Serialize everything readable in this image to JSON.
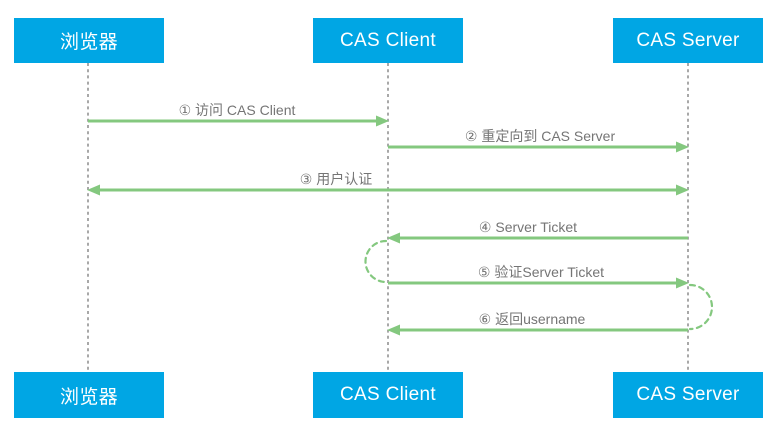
{
  "colors": {
    "actor_fill": "#00a6e4",
    "actor_text": "#ffffff",
    "arrow_green": "#84c87f",
    "lifeline_gray": "#9e9e9e",
    "label_gray": "#757575",
    "background": "#ffffff"
  },
  "actors": [
    {
      "id": "browser",
      "label": "浏览器"
    },
    {
      "id": "cas-client",
      "label": "CAS Client"
    },
    {
      "id": "cas-server",
      "label": "CAS Server"
    }
  ],
  "messages": [
    {
      "step": "①",
      "label": "① 访问 CAS Client",
      "from": "浏览器",
      "to": "CAS Client",
      "arrow": "right"
    },
    {
      "step": "②",
      "label": "② 重定向到 CAS Server",
      "from": "CAS Client",
      "to": "CAS Server",
      "arrow": "right"
    },
    {
      "step": "③",
      "label": "③ 用户认证",
      "from": "浏览器",
      "to": "CAS Server",
      "arrow": "both"
    },
    {
      "step": "④",
      "label": "④ Server Ticket",
      "from": "CAS Server",
      "to": "CAS Client",
      "arrow": "left"
    },
    {
      "step": "⑤",
      "label": "⑤ 验证Server Ticket",
      "from": "CAS Client",
      "to": "CAS Server",
      "arrow": "right"
    },
    {
      "step": "⑥",
      "label": "⑥ 返回username",
      "from": "CAS Server",
      "to": "CAS Client",
      "arrow": "left"
    }
  ],
  "self_loops": [
    {
      "at": "CAS Client",
      "side": "left",
      "between_steps": "④-⑤"
    },
    {
      "at": "CAS Server",
      "side": "right",
      "between_steps": "⑤-⑥"
    }
  ]
}
